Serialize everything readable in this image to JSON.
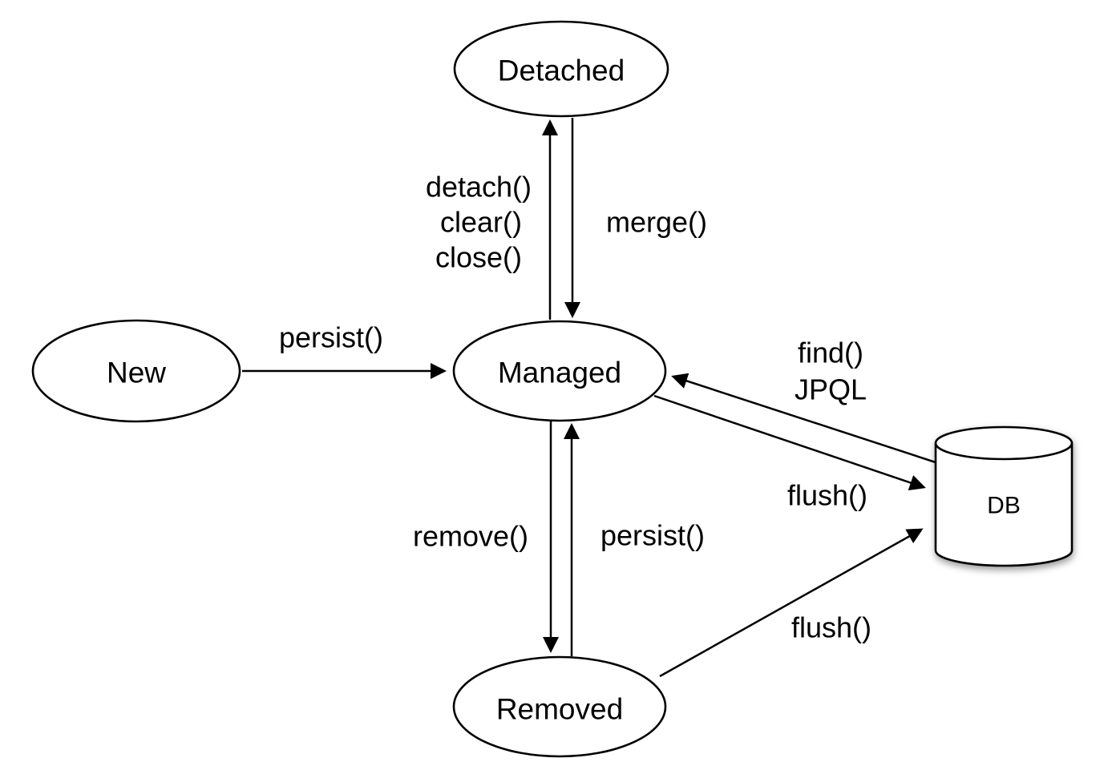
{
  "diagram": {
    "type": "state-diagram",
    "subject": "JPA entity lifecycle states"
  },
  "colors": {
    "line": "#000000",
    "node_fill": "#ffffff",
    "background": "#ffffff",
    "text": "#000000"
  },
  "nodes": {
    "new": {
      "label": "New",
      "shape": "ellipse"
    },
    "managed": {
      "label": "Managed",
      "shape": "ellipse"
    },
    "detached": {
      "label": "Detached",
      "shape": "ellipse"
    },
    "removed": {
      "label": "Removed",
      "shape": "ellipse"
    },
    "db": {
      "label": "DB",
      "shape": "cylinder"
    }
  },
  "edges": {
    "persist_new": {
      "from": "New",
      "to": "Managed",
      "label": "persist()"
    },
    "detach": {
      "from": "Managed",
      "to": "Detached",
      "labels": [
        "detach()",
        "clear()",
        "close()"
      ]
    },
    "merge": {
      "from": "Detached",
      "to": "Managed",
      "label": "merge()"
    },
    "remove": {
      "from": "Managed",
      "to": "Removed",
      "label": "remove()"
    },
    "persist_removed": {
      "from": "Removed",
      "to": "Managed",
      "label": "persist()"
    },
    "find": {
      "from": "DB",
      "to": "Managed",
      "labels": [
        "find()",
        "JPQL"
      ]
    },
    "flush_managed": {
      "from": "Managed",
      "to": "DB",
      "label": "flush()"
    },
    "flush_removed": {
      "from": "Removed",
      "to": "DB",
      "label": "flush()"
    }
  }
}
